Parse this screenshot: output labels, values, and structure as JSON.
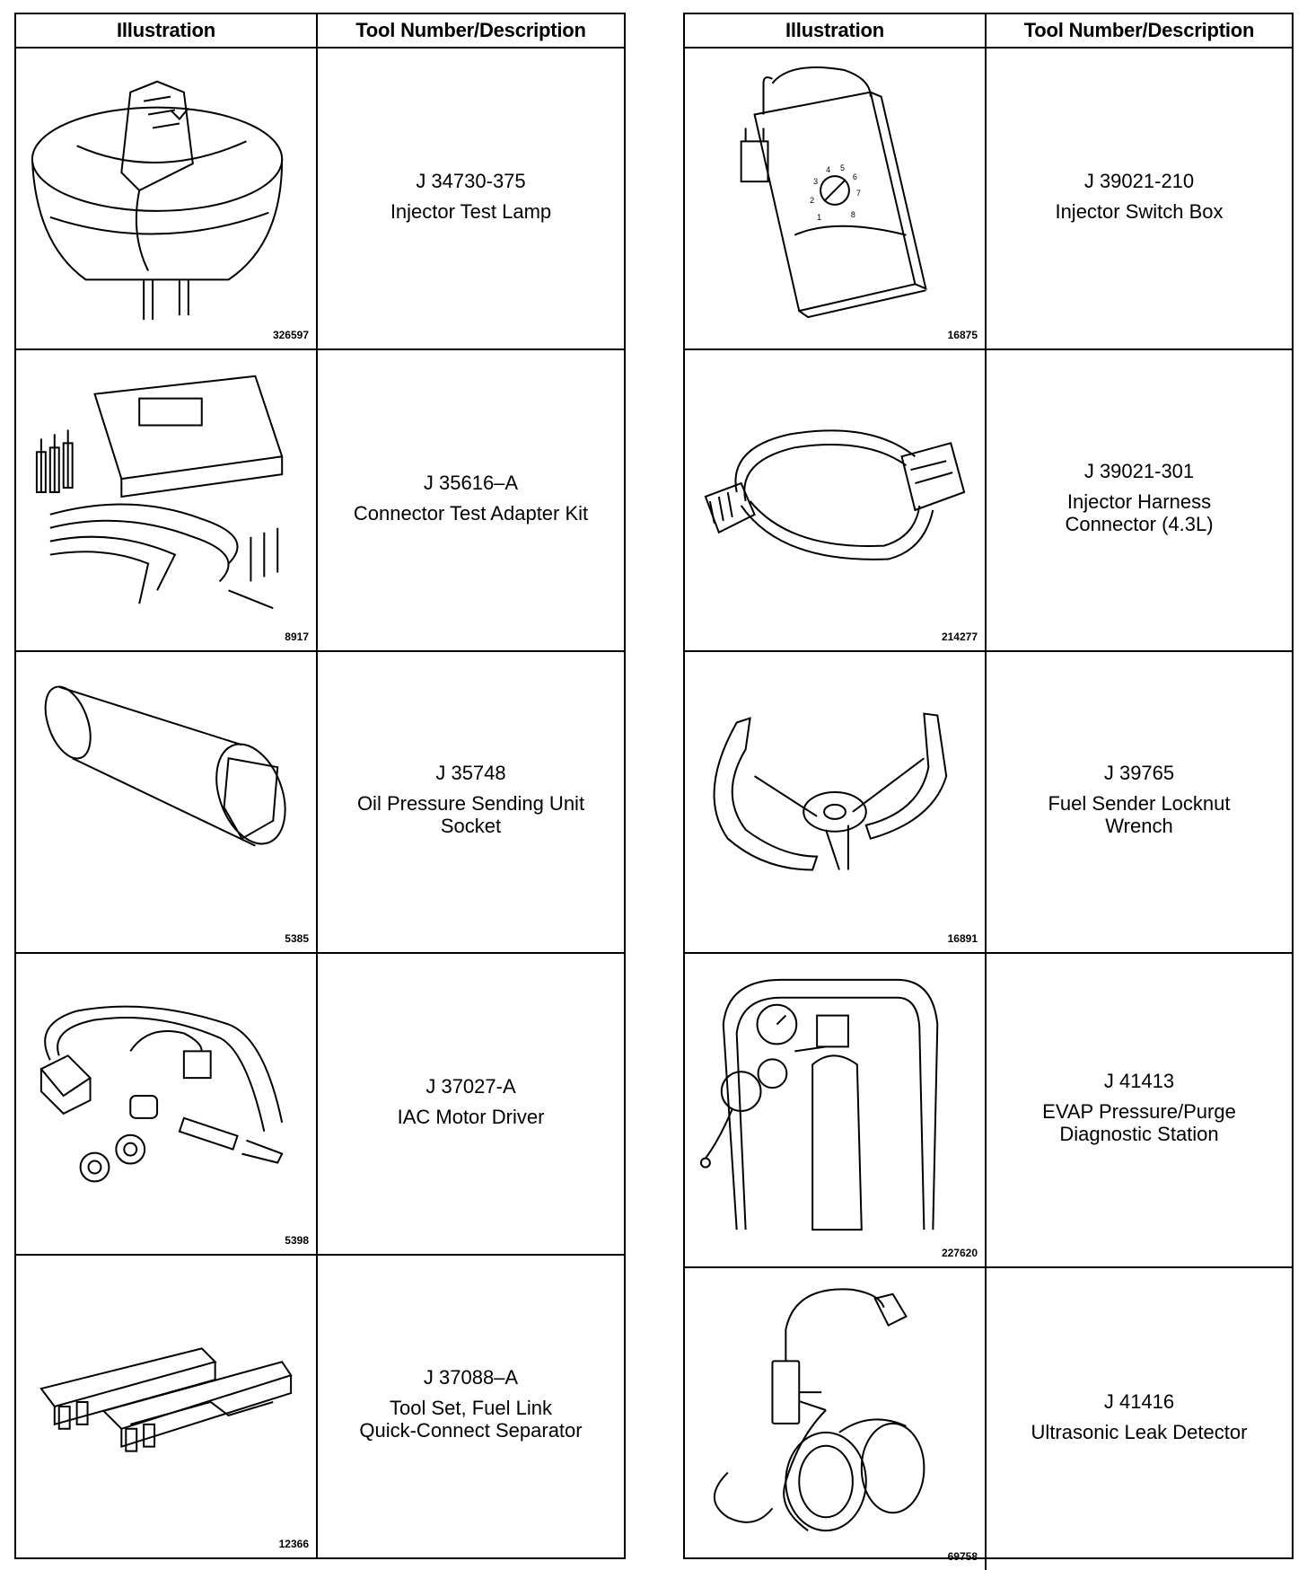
{
  "left_table": {
    "header": {
      "illustration": "Illustration",
      "description": "Tool Number/Description"
    },
    "rows": [
      {
        "figure": "326597",
        "number": "J 34730-375",
        "name": "Injector Test Lamp"
      },
      {
        "figure": "8917",
        "number": "J 35616–A",
        "name": "Connector Test Adapter Kit"
      },
      {
        "figure": "5385",
        "number": "J 35748",
        "name": "Oil Pressure Sending Unit\nSocket"
      },
      {
        "figure": "5398",
        "number": "J 37027-A",
        "name": "IAC Motor Driver"
      },
      {
        "figure": "12366",
        "number": "J 37088–A",
        "name": "Tool Set, Fuel Link\nQuick-Connect Separator"
      }
    ]
  },
  "right_table": {
    "header": {
      "illustration": "Illustration",
      "description": "Tool Number/Description"
    },
    "rows": [
      {
        "figure": "16875",
        "number": "J 39021-210",
        "name": "Injector Switch Box"
      },
      {
        "figure": "214277",
        "number": "J 39021-301",
        "name": "Injector Harness\nConnector (4.3L)"
      },
      {
        "figure": "16891",
        "number": "J 39765",
        "name": "Fuel Sender Locknut\nWrench"
      },
      {
        "figure": "227620",
        "number": "J 41413",
        "name": "EVAP Pressure/Purge\nDiagnostic Station"
      },
      {
        "figure": "69758",
        "number": "J 41416",
        "name": "Ultrasonic Leak Detector"
      }
    ]
  },
  "dial_marks": [
    "1",
    "2",
    "3",
    "4",
    "5",
    "6",
    "7",
    "8"
  ]
}
